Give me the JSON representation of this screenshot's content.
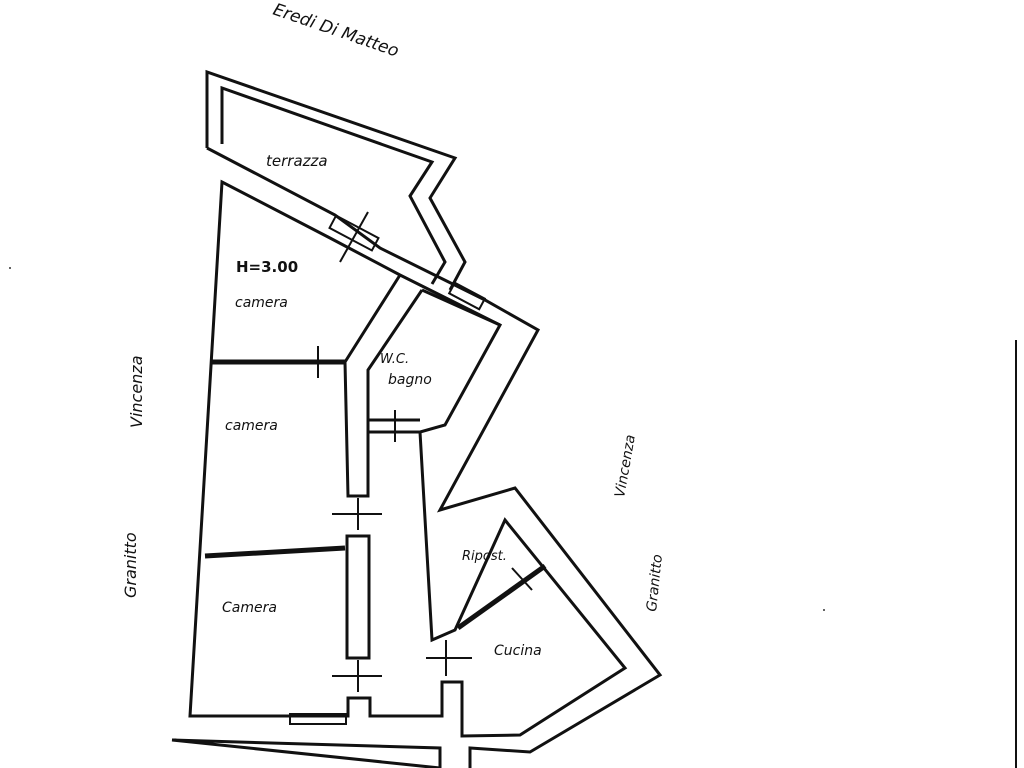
{
  "labels": {
    "top_neighbor": "Eredi Di Matteo",
    "terrace": "terrazza",
    "height": "H=3.00",
    "room_1": "camera",
    "room_2": "camera",
    "room_3": "Camera",
    "wc": "W.C.",
    "bathroom": "bagno",
    "storage": "Ripost.",
    "kitchen": "Cucina",
    "left_neighbor_first": "Vincenza",
    "left_neighbor_last": "Granitto",
    "right_neighbor_first": "Vincenza",
    "right_neighbor_last": "Granitto"
  }
}
